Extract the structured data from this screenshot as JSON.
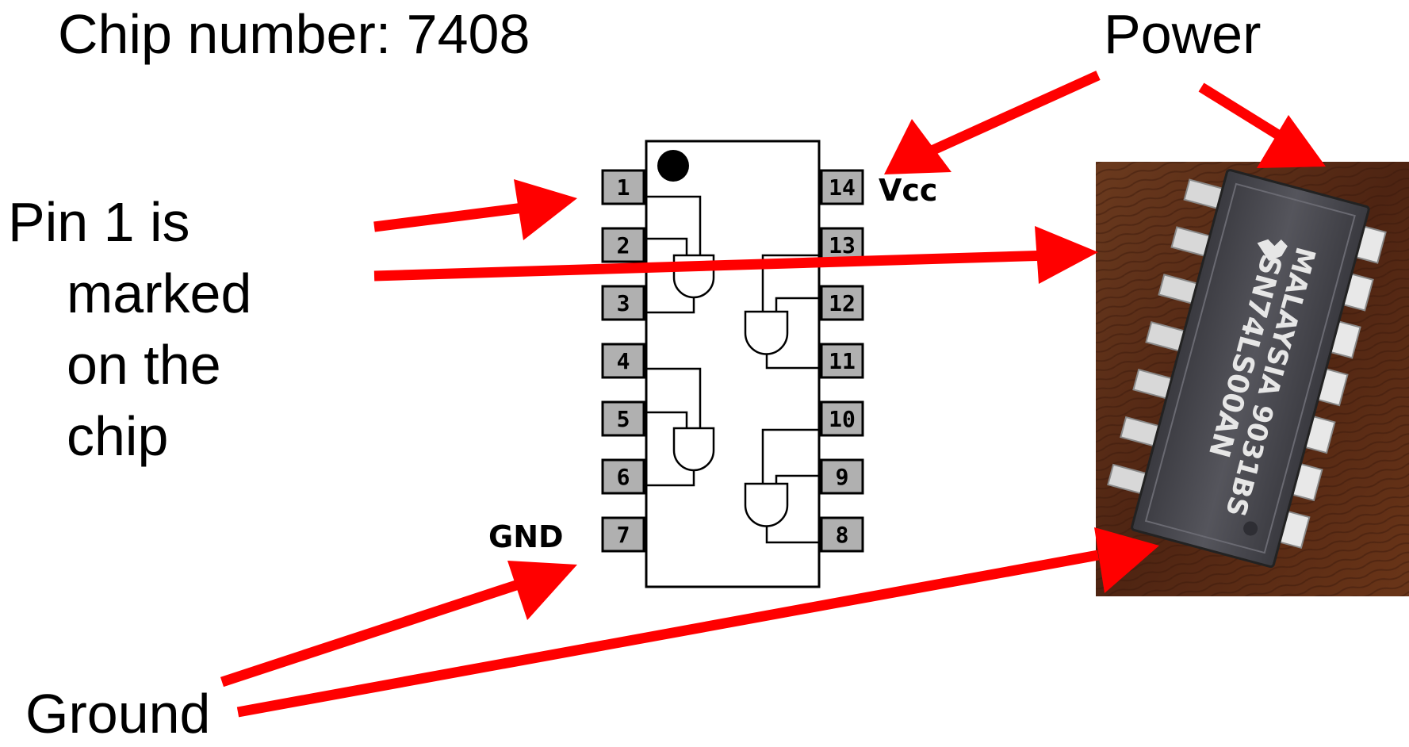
{
  "title": "Chip number: 7408",
  "power_label": "Power",
  "ground_label": "Ground",
  "pin1_note": [
    "Pin 1 is",
    "marked",
    "on the",
    "chip"
  ],
  "diagram": {
    "left_pins": [
      "1",
      "2",
      "3",
      "4",
      "5",
      "6",
      "7"
    ],
    "right_pins": [
      "14",
      "13",
      "12",
      "11",
      "10",
      "9",
      "8"
    ],
    "vcc_label": "Vcc",
    "gnd_label": "GND"
  },
  "photo": {
    "marking_line1": "MALAYSIA  9031BS",
    "marking_line2": "SN74LS00AN"
  },
  "colors": {
    "arrow": "#ff0000",
    "pin_fill": "#b0b0b0",
    "board": "#5a2a14"
  }
}
